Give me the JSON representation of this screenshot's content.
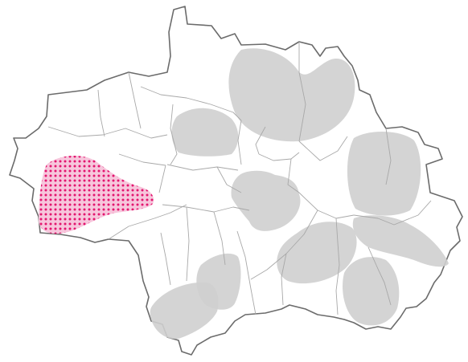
{
  "map": {
    "colors": {
      "background": "#ffffff",
      "boundary": "#6b6b6b",
      "district_lines": "#a8a8a8",
      "shaded_area": "#cfcfcf",
      "highlight_fill": "#f7c6dc",
      "highlight_dots": "#e3156f"
    },
    "shaded_areas": [
      {
        "name": "north-east-area"
      },
      {
        "name": "north-area"
      },
      {
        "name": "east-upper-area"
      },
      {
        "name": "center-area"
      },
      {
        "name": "south-east-area-1"
      },
      {
        "name": "south-east-area-2"
      },
      {
        "name": "south-east-area-3"
      },
      {
        "name": "south-area"
      },
      {
        "name": "south-west-area"
      }
    ],
    "highlighted_area": {
      "name": "west-area",
      "pattern": "dots"
    }
  }
}
